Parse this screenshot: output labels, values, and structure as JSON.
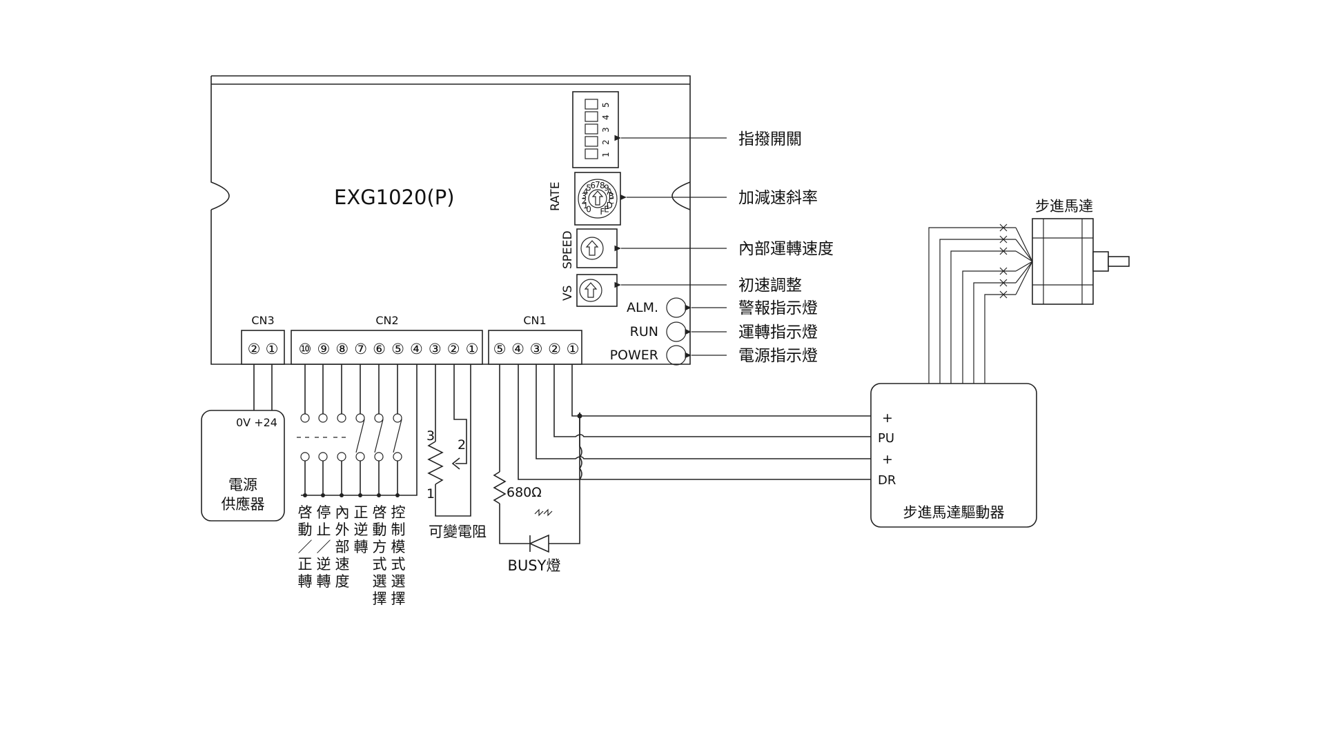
{
  "controller": {
    "model": "EXG1020(P)",
    "rate_label": "RATE",
    "speed_label": "SPEED",
    "vs_label": "VS",
    "dip_numbers": [
      "1",
      "2",
      "3",
      "4",
      "5"
    ],
    "rate_dial_chars": "0123456789ABCDEF"
  },
  "indicators": [
    {
      "panel": "ALM.",
      "callout": "警報指示燈"
    },
    {
      "panel": "RUN",
      "callout": "運轉指示燈"
    },
    {
      "panel": "POWER",
      "callout": "電源指示燈"
    }
  ],
  "callouts": {
    "dip_switch": "指撥開關",
    "rate": "加減速斜率",
    "speed": "內部運轉速度",
    "vs": "初速調整"
  },
  "connectors": {
    "cn3": {
      "name": "CN3",
      "pins": [
        "②",
        "①"
      ]
    },
    "cn2": {
      "name": "CN2",
      "pins": [
        "⑩",
        "⑨",
        "⑧",
        "⑦",
        "⑥",
        "⑤",
        "④",
        "③",
        "②",
        "①"
      ]
    },
    "cn1": {
      "name": "CN1",
      "pins": [
        "⑤",
        "④",
        "③",
        "②",
        "①"
      ]
    }
  },
  "power_supply": {
    "terminals": "0V +24",
    "line1": "電源",
    "line2": "供應器"
  },
  "cn2_functions": [
    [
      "啓",
      "動",
      "／",
      "正",
      "轉"
    ],
    [
      "停",
      "止",
      "／",
      "逆",
      "轉"
    ],
    [
      "內",
      "外",
      "部",
      "速",
      "度"
    ],
    [
      "正",
      "逆",
      "轉"
    ],
    [
      "啓",
      "動",
      "方",
      "式",
      "選",
      "擇"
    ],
    [
      "控",
      "制",
      "模",
      "式",
      "選",
      "擇"
    ]
  ],
  "potentiometer": {
    "pin3": "3",
    "pin2": "2",
    "pin1": "1",
    "label": "可變電阻"
  },
  "busy": {
    "resistor": "680Ω",
    "label": "BUSY燈"
  },
  "driver": {
    "plus1": "+",
    "pu": "PU",
    "plus2": "+",
    "dr": "DR",
    "title": "步進馬達驅動器"
  },
  "motor": {
    "title": "步進馬達"
  }
}
